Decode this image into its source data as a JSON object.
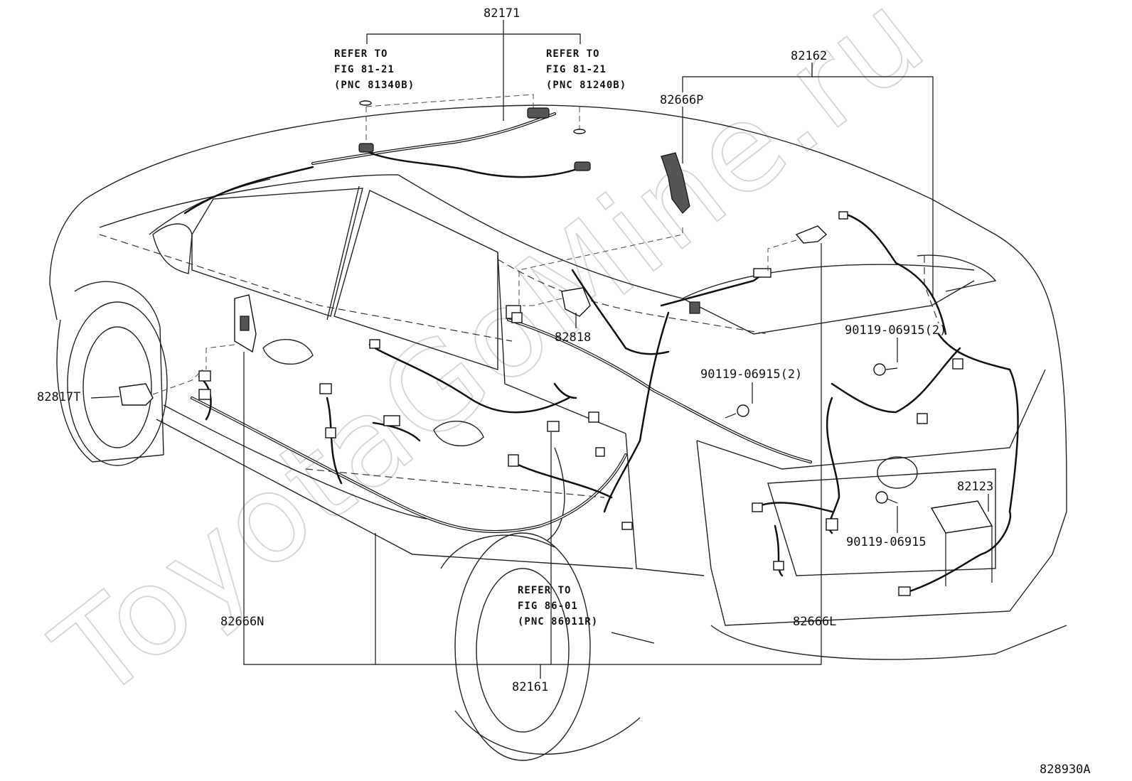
{
  "watermark": "ToyotaGoMine.ru",
  "figure_code": "828930A",
  "part_numbers": {
    "p82171": "82171",
    "p82162": "82162",
    "p82666P": "82666P",
    "p82818": "82818",
    "p82817T": "82817T",
    "p82666N": "82666N",
    "p82161": "82161",
    "p82666L": "82666L",
    "p82123": "82123",
    "bolt1": "90119-06915(2)",
    "bolt2": "90119-06915(2)",
    "bolt3": "90119-06915"
  },
  "references": {
    "left": {
      "line1": "REFER TO",
      "line2": "FIG 81-21",
      "line3": "(PNC 81340B)"
    },
    "right": {
      "line1": "REFER TO",
      "line2": "FIG 81-21",
      "line3": "(PNC 81240B)"
    },
    "bottom": {
      "line1": "REFER TO",
      "line2": "FIG 86-01",
      "line3": "(PNC 86011R)"
    }
  },
  "colors": {
    "line": "#111111",
    "watermark": "#d6d6d6",
    "background": "#ffffff"
  }
}
